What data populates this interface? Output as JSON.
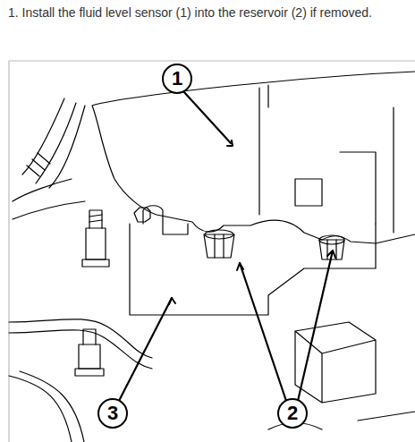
{
  "diagram": {
    "title": "1. Install the fluid level sensor (1) into the reservoir (2) if removed.",
    "labels": [
      "1",
      "3",
      "2"
    ]
  }
}
